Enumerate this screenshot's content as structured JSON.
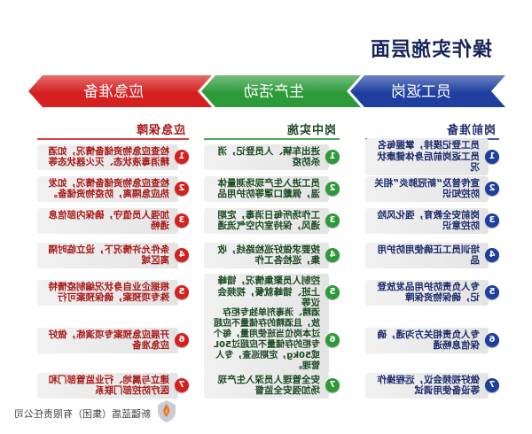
{
  "title": "操作实施层面",
  "banners": [
    {
      "label": "员工返岗",
      "color": "#1e3f9f"
    },
    {
      "label": "生产活动",
      "color": "#2d9a3a"
    },
    {
      "label": "应急准备",
      "color": "#d62020"
    }
  ],
  "columns": [
    {
      "header": "岗前准备",
      "color": "#1e3f9f",
      "text_color": "#1b2a6b",
      "items": [
        {
          "num": "1",
          "text": "员工登记摸排，掌握每名员工返岗前后身体健康状况"
        },
        {
          "num": "2",
          "text": "宣传普及“新冠肺炎”相关防控知识"
        },
        {
          "num": "3",
          "text": "岗前安全教育，强化风险防控意识"
        },
        {
          "num": "4",
          "text": "培训员工正确使用防护用品"
        },
        {
          "num": "5",
          "text": "专人负责防护用品发放登记，确保物资保障"
        },
        {
          "num": "6",
          "text": "专人负责相关方沟通，确保信息畅通"
        },
        {
          "num": "7",
          "text": "做好视频会议，远程操作等设备使用调试"
        }
      ]
    },
    {
      "header": "岗中实施",
      "color": "#2d9a3a",
      "text_color": "#1b4a22",
      "items": [
        {
          "num": "1",
          "text": "进出车辆、人员登记，消杀防疫"
        },
        {
          "num": "2",
          "text": "员工进入生产现场测量体温，佩戴口罩等防护用品"
        },
        {
          "num": "3",
          "text": "工作场所每日消毒，定期通风，保持室内空气流通"
        },
        {
          "num": "4",
          "text": "按要求做好巡检路线，收集，巡检各工作"
        },
        {
          "num": "5",
          "text": "控制人员聚集情况，错峰上班、错峰就餐，视频会议等"
        },
        {
          "num": "6",
          "text": "酒精、消毒剂单独专柜存放，且酒精的存储量不应超过本岗位当班使用量，每个专柜的存储量不应超过50L或50kg，定期巡查，专人管理。"
        },
        {
          "num": "7",
          "text": "安全管理人员深入生产现场加强安全监督"
        }
      ]
    },
    {
      "header": "应急保障",
      "color": "#d62020",
      "text_color": "#a81818",
      "items": [
        {
          "num": "1",
          "text": "检查应急物资储备情况，如酒精消毒液状态、灭火器状态等"
        },
        {
          "num": "2",
          "text": "检查应急物资储备情况，如发热应急隔离，防疫物资储备。"
        },
        {
          "num": "3",
          "text": "加强人员值守，确保内部信息通畅"
        },
        {
          "num": "4",
          "text": "条件允许情况下，设立临时隔离区域"
        },
        {
          "num": "5",
          "text": "根据企业自身状况编制疫情特殊专项预案，确保预案可行"
        },
        {
          "num": "6",
          "text": "开展应急预案专项演练，做好应急准备"
        },
        {
          "num": "7",
          "text": "建立与属地、行业监管部门和医疗防控部门联系"
        }
      ]
    }
  ],
  "footer": {
    "company": "新疆蓝盾（集团）有限责任公司",
    "logo_icon": "company-logo-icon"
  }
}
